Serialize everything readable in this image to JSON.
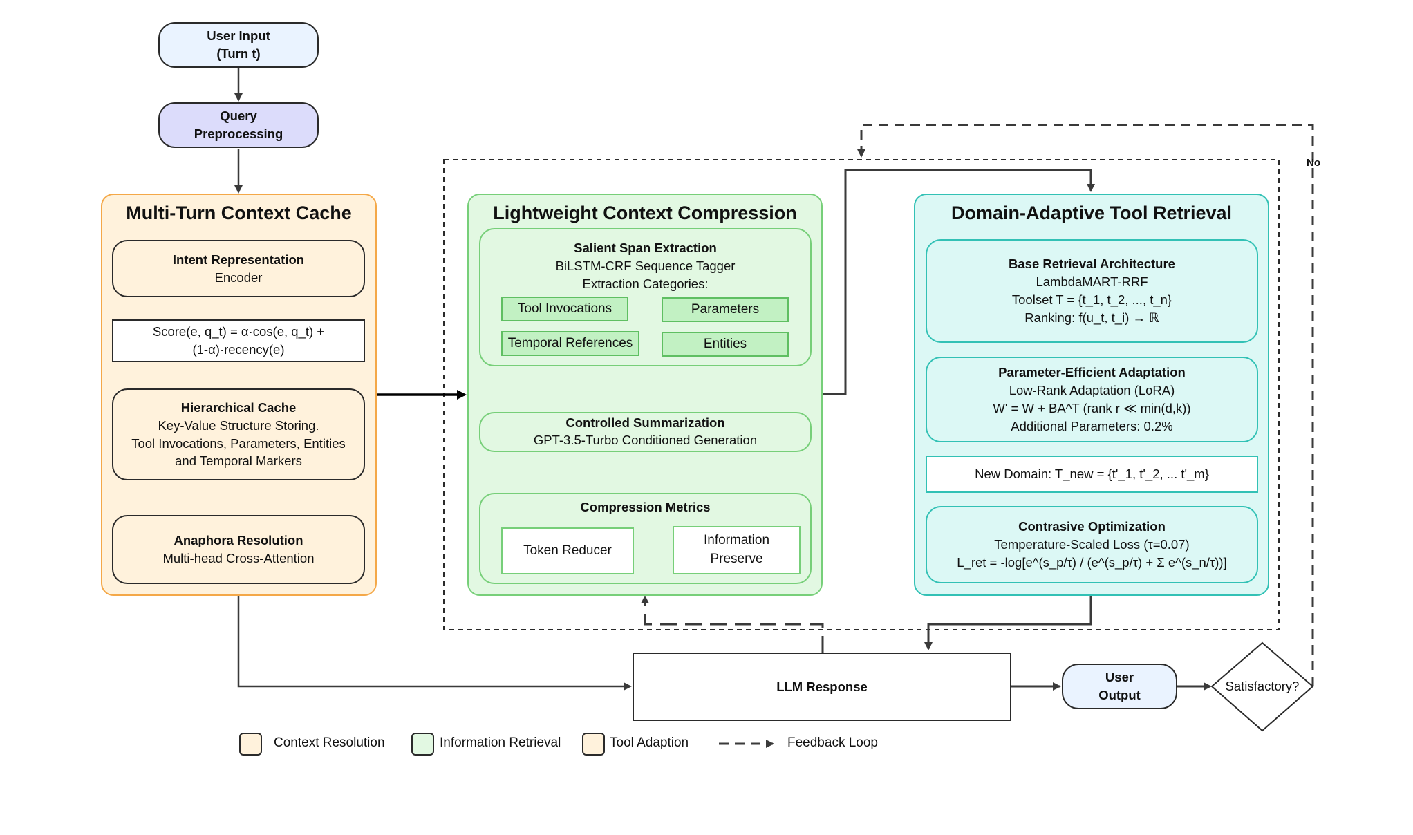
{
  "nodes": {
    "user_input": [
      "User Input",
      "(Turn t)"
    ],
    "query_pre": [
      "Query",
      "Preprocessing"
    ],
    "llm_response": "LLM Response",
    "user_output": [
      "User",
      "Output"
    ],
    "satisfactory": "Satisfactory?",
    "no_label": "No"
  },
  "context_cache": {
    "title": "Multi-Turn Context Cache",
    "intent": {
      "title": "Intent Representation",
      "sub": "Encoder"
    },
    "score": [
      "Score(e, q_t) = α·cos(e, q_t) +",
      "(1-α)·recency(e)"
    ],
    "hier": {
      "title": "Hierarchical Cache",
      "lines": [
        "Key-Value Structure Storing.",
        "Tool Invocations, Parameters, Entities",
        "and Temporal Markers"
      ]
    },
    "anaphora": {
      "title": "Anaphora Resolution",
      "sub": "Multi-head Cross-Attention"
    }
  },
  "compression": {
    "title": "Lightweight Context Compression",
    "salient": {
      "title": "Salient Span Extraction",
      "lines": [
        "BiLSTM-CRF Sequence Tagger",
        "Extraction Categories:"
      ]
    },
    "categories": [
      "Tool Invocations",
      "Parameters",
      "Temporal References",
      "Entities"
    ],
    "summarization": {
      "title": "Controlled Summarization",
      "sub": "GPT-3.5-Turbo Conditioned Generation"
    },
    "metrics": {
      "title": "Compression Metrics",
      "token_reducer": "Token Reducer",
      "info_preserve": [
        "Information",
        "Preserve"
      ]
    }
  },
  "retrieval": {
    "title": "Domain-Adaptive Tool Retrieval",
    "base": {
      "title": "Base Retrieval Architecture",
      "lines": [
        "LambdaMART-RRF",
        "Toolset T = {t_1, t_2, ..., t_n}",
        "Ranking: f(u_t, t_i) → ℝ"
      ]
    },
    "peft": {
      "title": "Parameter-Efficient Adaptation",
      "lines": [
        "Low-Rank Adaptation (LoRA)",
        "W' = W + BA^T (rank r ≪ min(d,k))",
        "Additional Parameters: 0.2%"
      ]
    },
    "new_domain": "New Domain: T_new = {t'_1, t'_2, ... t'_m}",
    "contrastive": {
      "title": "Contrasive Optimization",
      "lines": [
        "Temperature-Scaled Loss (τ=0.07)",
        "L_ret = -log[e^(s_p/τ) / (e^(s_p/τ) + Σ e^(s_n/τ))]"
      ]
    }
  },
  "legend": {
    "context": "Context Resolution",
    "retrieval": "Information Retrieval",
    "tool": "Tool Adaption",
    "feedback": "Feedback Loop"
  },
  "colors": {
    "orange_fill": "#fff2dc",
    "orange_border": "#f4a848",
    "green_fill": "#e2f8e2",
    "green_border": "#77cf79",
    "teal_fill": "#dcf8f5",
    "teal_border": "#32c1b5",
    "input_fill": "#eaf3ff",
    "query_fill": "#dcdcfb"
  }
}
